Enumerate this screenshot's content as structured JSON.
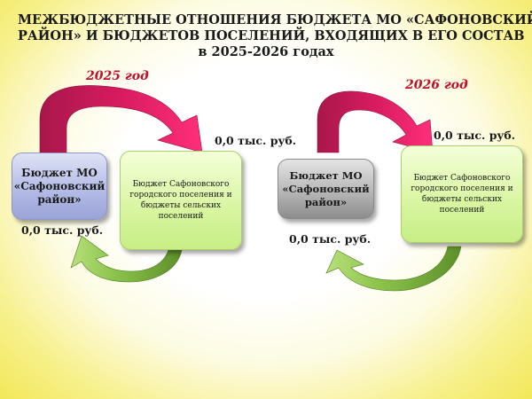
{
  "title": {
    "line1": "МЕЖБЮДЖЕТНЫЕ ОТНОШЕНИЯ БЮДЖЕТА МО «САФОНОВСКИЙ",
    "line2": "РАЙОН» И БЮДЖЕТОВ ПОСЕЛЕНИЙ, ВХОДЯЩИХ В ЕГО СОСТАВ",
    "line3": "в 2025-2026 годах"
  },
  "left": {
    "year": "2025 год",
    "mo_box": "Бюджет МО «Сафоновский район»",
    "settlements_box": "Бюджет Сафоновского городского поселения и бюджеты сельских поселений",
    "amount_top": "0,0 тыс. руб.",
    "amount_bottom": "0,0 тыс. руб."
  },
  "right": {
    "year": "2026 год",
    "mo_box": "Бюджет МО «Сафоновский район»",
    "settlements_box": "Бюджет Сафоновского городского поселения и бюджеты сельских поселений",
    "amount_top": "0,0 тыс. руб.",
    "amount_bottom": "0,0 тыс. руб."
  },
  "colors": {
    "arrow_top": "#d81b60",
    "arrow_bottom": "#7cb342",
    "year_text": "#c0102a"
  }
}
